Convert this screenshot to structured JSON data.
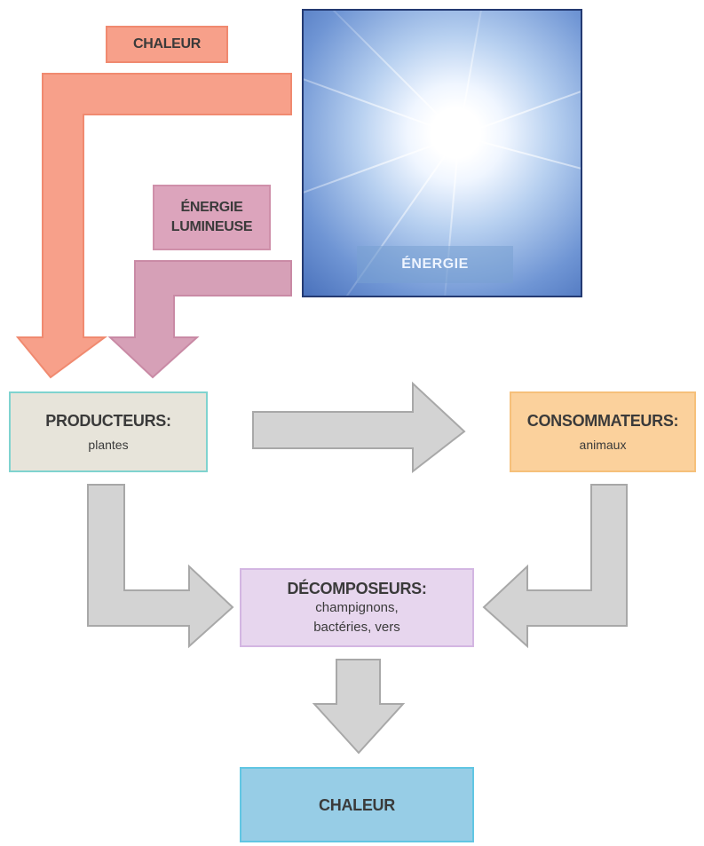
{
  "labels": {
    "chaleur_top": "CHALEUR",
    "energie_lumineuse_line1": "ÉNERGIE",
    "energie_lumineuse_line2": "LUMINEUSE",
    "sun_label": "ÉNERGIE"
  },
  "nodes": {
    "producteurs": {
      "title": "PRODUCTEURS:",
      "sub": "plantes"
    },
    "consommateurs": {
      "title": "CONSOMMATEURS:",
      "sub": "animaux"
    },
    "decomposeurs": {
      "title": "DÉCOMPOSEURS:",
      "sub_line1": "champignons,",
      "sub_line2": "bactéries, vers"
    },
    "chaleur_bottom": {
      "title": "CHALEUR"
    }
  },
  "colors": {
    "chaleur_arrow": "#f7a08a",
    "chaleur_label_bg": "#f7a08a",
    "lumineuse_arrow": "#d6a0b7",
    "lumineuse_label_bg": "#dca4bc",
    "gray_arrow_fill": "#d3d3d3",
    "gray_arrow_stroke": "#a8a8a8",
    "producteurs_bg": "#e7e4da",
    "producteurs_border": "#7fd3cf",
    "consommateurs_bg": "#fbd19c",
    "consommateurs_border": "#f6c07a",
    "decomposeurs_bg": "#e7d6ee",
    "decomposeurs_border": "#d3b6e2",
    "chaleur_box_bg": "#97cde6",
    "chaleur_box_border": "#61c6e3"
  }
}
